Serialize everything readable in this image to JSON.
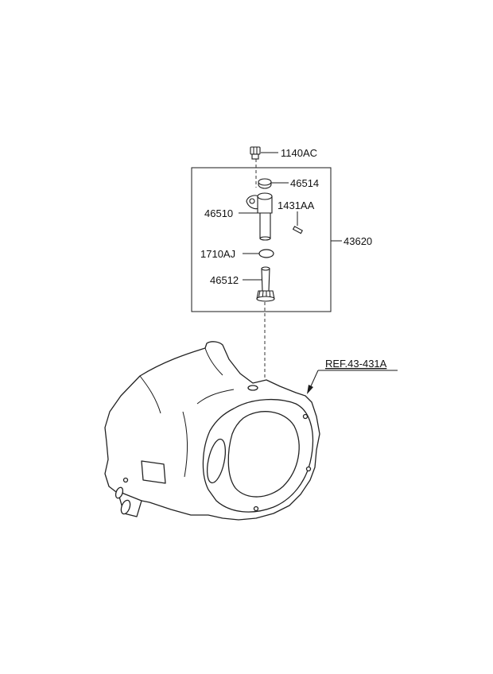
{
  "labels": {
    "bolt": "1140AC",
    "cap": "46514",
    "sleeve": "46510",
    "pin": "1431AA",
    "assembly": "43620",
    "oring": "1710AJ",
    "gear": "46512",
    "reference": "REF.43-431A"
  }
}
